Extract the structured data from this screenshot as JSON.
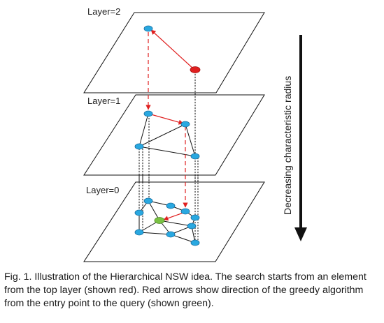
{
  "figure": {
    "layers": [
      {
        "label": "Layer=2"
      },
      {
        "label": "Layer=1"
      },
      {
        "label": "Layer=0"
      }
    ],
    "axis_label": "Decreasing characteristic radius",
    "colors": {
      "node": "#29a8e0",
      "entry": "#e02020",
      "query": "#7ac143",
      "search_arrow": "#e02020",
      "edge": "#111111",
      "plane_fill": "#ffffff",
      "plane_stroke": "#111111"
    }
  },
  "caption": "Fig. 1. Illustration of the Hierarchical NSW idea. The search starts from an element from the top layer (shown red). Red arrows show direction of the greedy algorithm from the entry point to the query (shown green)."
}
